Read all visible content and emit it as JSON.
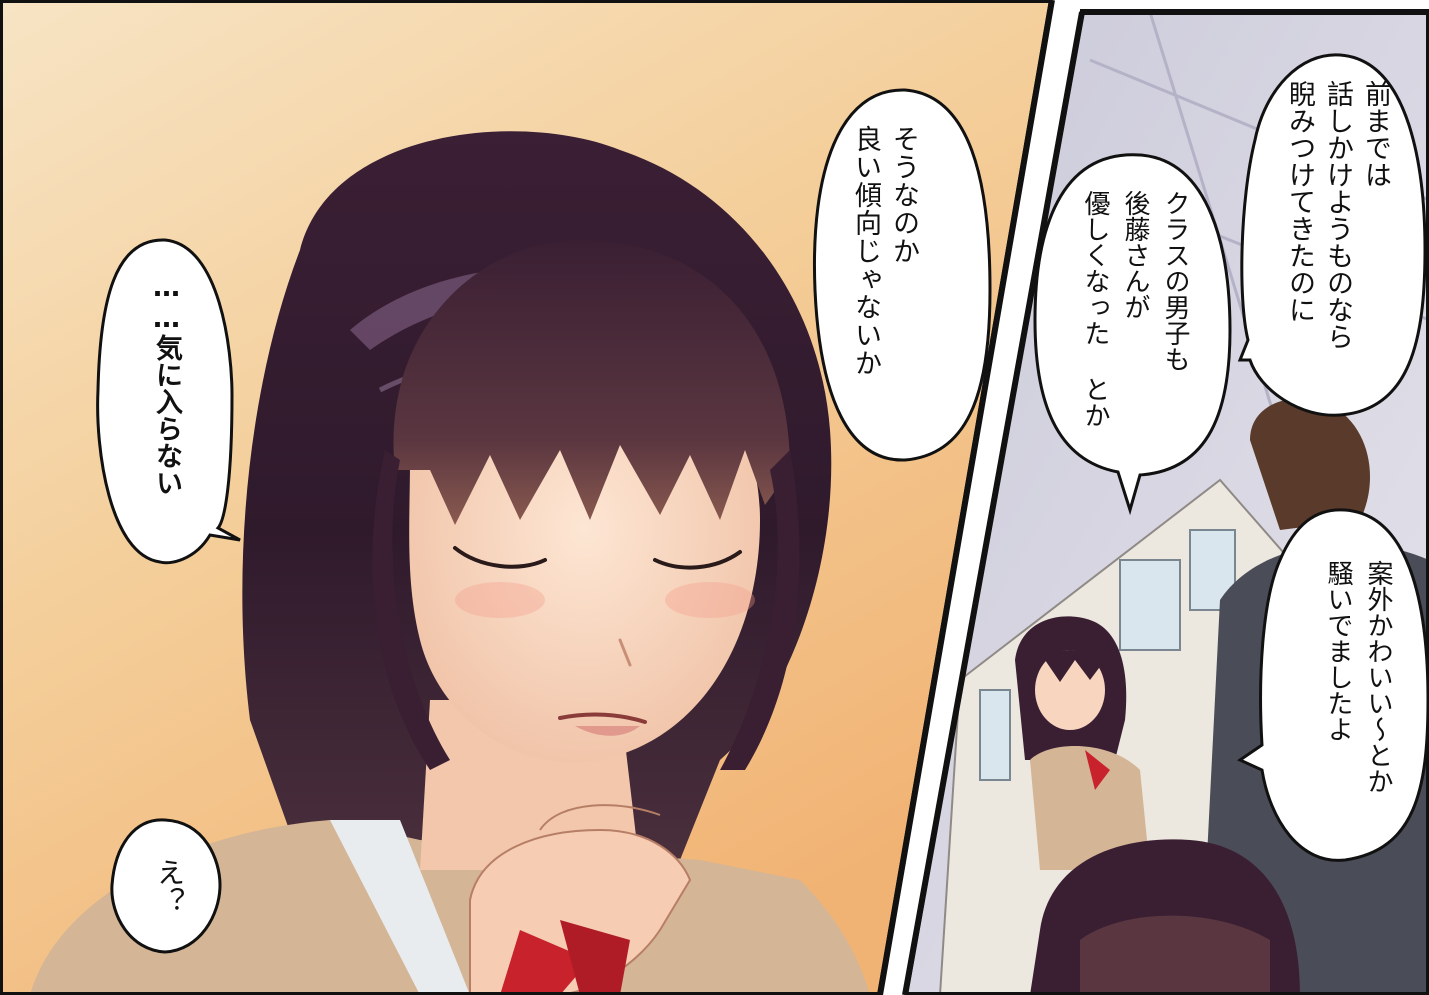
{
  "colors": {
    "left_bg_top": "#f6ddb8",
    "left_bg_bottom": "#f2b97a",
    "right_bg": "#d8d6e2",
    "hair": "#3a1f33",
    "hair_highlight": "#8a6a90",
    "skin": "#f7d5be",
    "blazer": "#d4b595",
    "ribbon": "#c8222d",
    "panel_border": "#111111"
  },
  "left_panel": {
    "bubble_right": {
      "text": "そうなのか\n良い傾向じゃないか"
    },
    "bubble_left": {
      "text": "……気に入らない"
    },
    "bubble_small": {
      "text": "え？"
    }
  },
  "right_panel": {
    "bubble_top": {
      "text": "前までは\n話しかけようものなら\n睨みつけてきたのに"
    },
    "bubble_middle": {
      "text": "クラスの男子も\n後藤さんが\n優しくなった とか"
    },
    "bubble_bottom": {
      "text": "案外かわいい〜とか\n騒いでましたよ"
    }
  }
}
